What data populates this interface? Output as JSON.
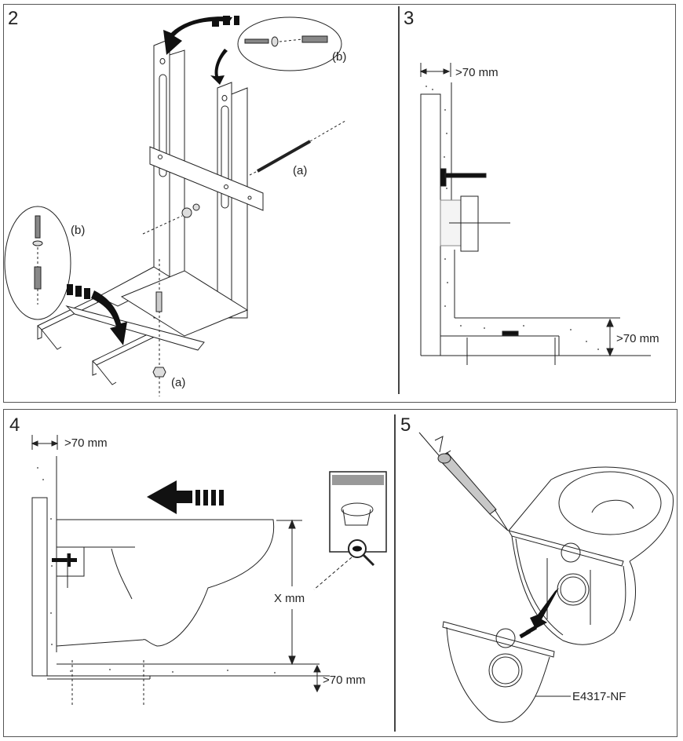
{
  "document": {
    "steps": [
      {
        "number": "2",
        "labels": {
          "bolt_part": "(a)",
          "nut_part": "(a)",
          "anchor_set_top": "(b)",
          "anchor_set_left": "(b)"
        }
      },
      {
        "number": "3",
        "labels": {
          "wall_clearance": ">70 mm",
          "floor_clearance": ">70 mm"
        }
      },
      {
        "number": "4",
        "labels": {
          "wall_clearance": ">70 mm",
          "floor_clearance": ">70 mm",
          "height": "X mm"
        }
      },
      {
        "number": "5",
        "labels": {
          "part_code": "E4317-NF"
        }
      }
    ]
  }
}
